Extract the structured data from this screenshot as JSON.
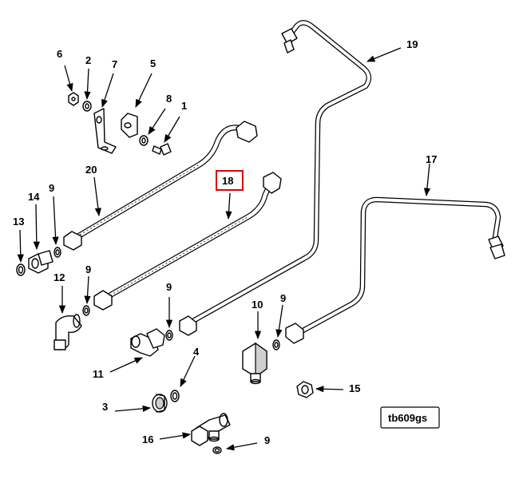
{
  "callouts": {
    "c1": "1",
    "c2": "2",
    "c3": "3",
    "c4": "4",
    "c5": "5",
    "c6": "6",
    "c7": "7",
    "c8": "8",
    "c9a": "9",
    "c9b": "9",
    "c9c": "9",
    "c9d": "9",
    "c9e": "9",
    "c10": "10",
    "c11": "11",
    "c12": "12",
    "c13": "13",
    "c14": "14",
    "c15": "15",
    "c16": "16",
    "c17": "17",
    "c18": "18",
    "c19": "19",
    "c20": "20"
  },
  "highlighted_callout": "18",
  "drawing_id": "tb609gs",
  "colors": {
    "line": "#000000",
    "highlight": "#e00000",
    "background": "#ffffff"
  }
}
